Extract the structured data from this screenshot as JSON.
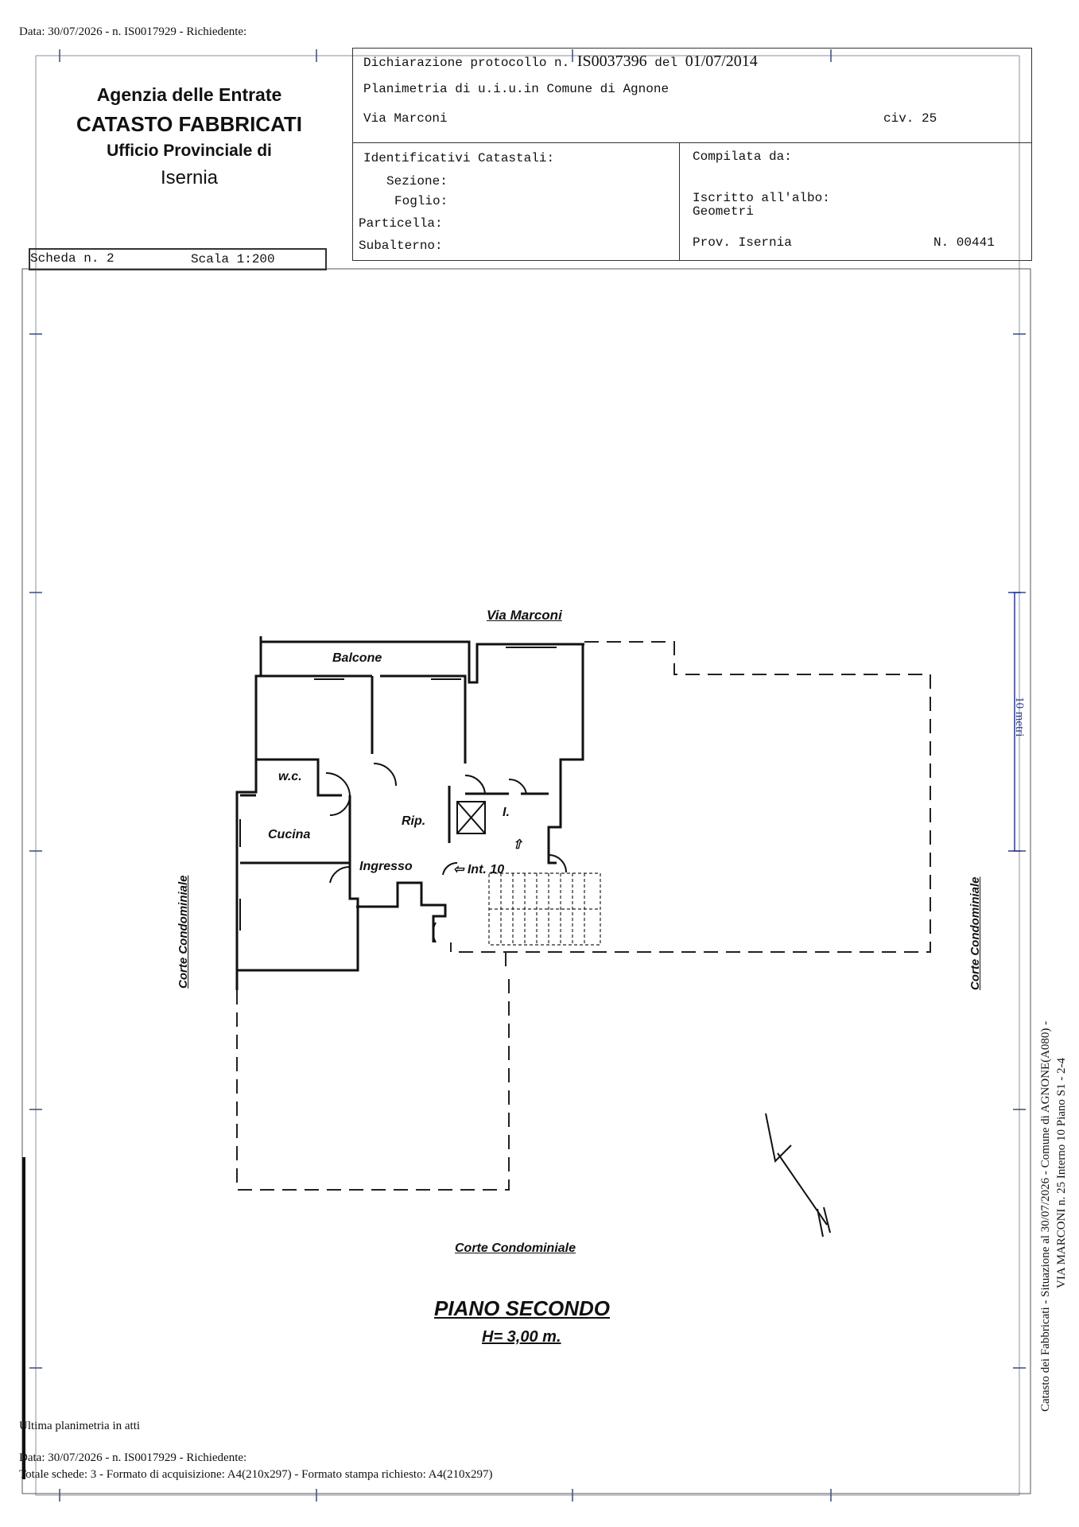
{
  "header_meta": "Data: 30/07/2026 - n. IS0017929 - Richiedente:",
  "agency": {
    "line1": "Agenzia delle Entrate",
    "line2": "CATASTO FABBRICATI",
    "line3": "Ufficio Provinciale di",
    "line4": "Isernia"
  },
  "scheda": {
    "label": "Scheda n. 2",
    "scale": "Scala 1:200"
  },
  "declaration": {
    "protocol_prefix": "Dichiarazione protocollo n.",
    "protocol_number": "IS0037396",
    "date_prefix": "del",
    "date": "01/07/2014",
    "plan_line": "Planimetria di u.i.u.in Comune di Agnone",
    "street": "Via Marconi",
    "civic": "civ. 25"
  },
  "identifiers": {
    "title": "Identificativi Catastali:",
    "sezione": "Sezione:",
    "foglio": "Foglio:",
    "particella": "Particella:",
    "subalterno": "Subalterno:"
  },
  "compiler": {
    "title": "Compilata da:",
    "albo": "Iscritto all'albo:",
    "profession": "Geometri",
    "province": "Prov. Isernia",
    "number": "N. 00441"
  },
  "plan": {
    "street_top": "Via Marconi",
    "balcone": "Balcone",
    "wc": "w.c.",
    "cucina": "Cucina",
    "rip": "Rip.",
    "ingresso": "Ingresso",
    "int": "Int. 10",
    "lift": "I.",
    "corte_left": "Corte Condominiale",
    "corte_right": "Corte Condominiale",
    "corte_bottom": "Corte Condominiale",
    "floor": "PIANO SECONDO",
    "height": "H= 3,00 m.",
    "scale_bar": "10 metri"
  },
  "side_note": {
    "line1": "Catasto dei Fabbricati - Situazione al 30/07/2026 - Comune di AGNONE(A080) -",
    "line2": "VIA MARCONI n. 25  Interno 10 Piano S1 - 2-4"
  },
  "footer": {
    "last_plan": "Ultima planimetria in atti",
    "meta": "Data: 30/07/2026 - n. IS0017929 - Richiedente:",
    "totals": "Totale schede: 3 - Formato di acquisizione: A4(210x297)  - Formato stampa richiesto: A4(210x297)"
  }
}
